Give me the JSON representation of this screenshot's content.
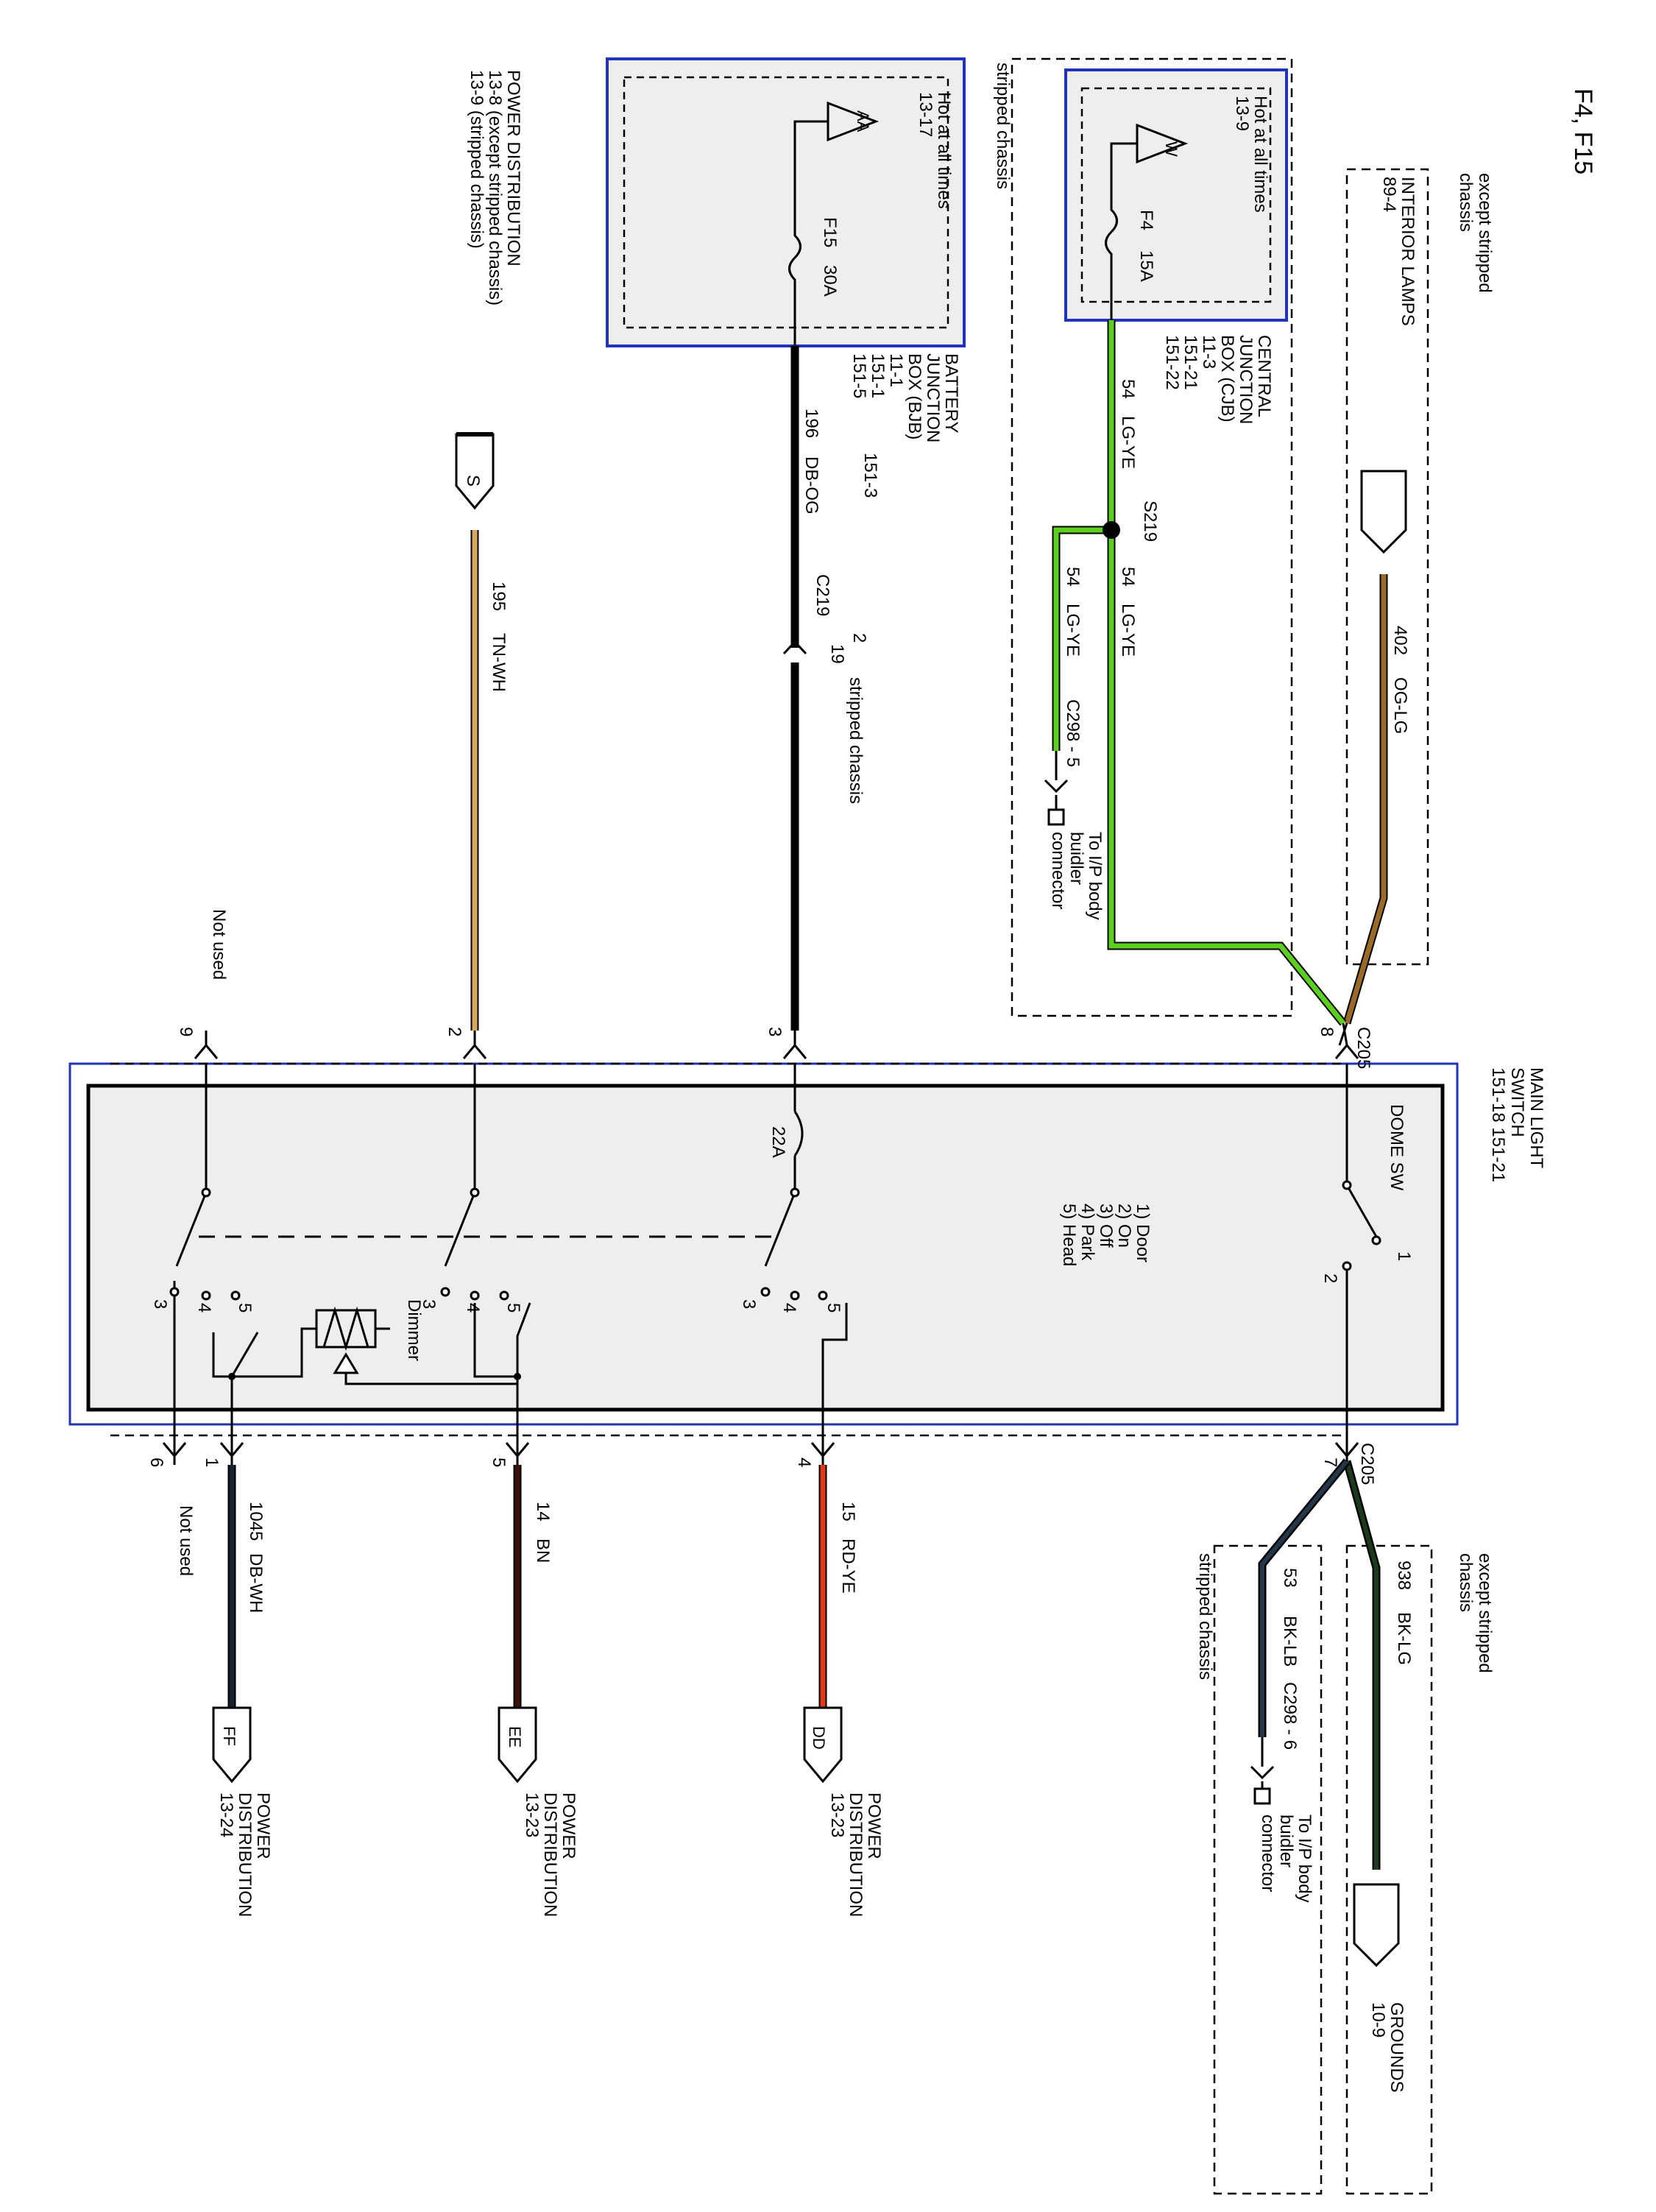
{
  "page_title": "F4, F15",
  "interior_lamps": {
    "condition": [
      "except stripped",
      "chassis"
    ],
    "name": "INTERIOR LAMPS",
    "ref": "89-4"
  },
  "stripped_chassis_note": "stripped chassis",
  "cjb": {
    "hot_note": "Hot at all times",
    "hot_ref": "13-9",
    "bus_letter": "W",
    "fuse": "F4",
    "rating": "15A",
    "name_lines": [
      "CENTRAL",
      "JUNCTION",
      "BOX (CJB)",
      "11-3",
      "151-21",
      "151-22"
    ]
  },
  "bjb": {
    "hot_note": "Hot at all times",
    "hot_ref": "13-17",
    "bus_letter": "AA",
    "fuse": "F15",
    "rating": "30A",
    "name_lines": [
      "BATTERY",
      "JUNCTION",
      "BOX (BJB)",
      "11-1",
      "151-1",
      "151-5"
    ],
    "ref_extra": "151-3"
  },
  "power_distribution_s": {
    "lines": [
      "POWER DISTRIBUTION",
      "13-8    (except stripped chassis)",
      "13-9    (stripped chassis)"
    ],
    "letter": "S"
  },
  "wires": {
    "w402": {
      "num": "402",
      "color": "OG-LG"
    },
    "w54a": {
      "num": "54",
      "color": "LG-YE"
    },
    "w54b": {
      "num": "54",
      "color": "LG-YE"
    },
    "w54c": {
      "num": "54",
      "color": "LG-YE"
    },
    "w196": {
      "num": "196",
      "color": "DB-OG"
    },
    "w195": {
      "num": "195",
      "color": "TN-WH"
    },
    "w938": {
      "num": "938",
      "color": "BK-LG"
    },
    "w53": {
      "num": "53",
      "color": "BK-LB"
    },
    "w15": {
      "num": "15",
      "color": "RD-YE"
    },
    "w14": {
      "num": "14",
      "color": "BN"
    },
    "w1045": {
      "num": "1045",
      "color": "DB-WH"
    }
  },
  "splice": "S219",
  "c219": {
    "name": "C219",
    "pin_top": "2",
    "pin_bot": "19",
    "note": "stripped chassis"
  },
  "c298_top": "C298 - 5",
  "c298_bot": "C298 - 6",
  "ip_body": [
    "To I/P body",
    "buidler",
    "connector"
  ],
  "c205_top": "C205",
  "c205_bot": "C205",
  "pins_top": [
    "8",
    "3",
    "2",
    "9"
  ],
  "pins_bottom": [
    "7",
    "4",
    "5",
    "1",
    "6"
  ],
  "not_used": "Not used",
  "switch": {
    "name_lines": [
      "MAIN LIGHT",
      "SWITCH",
      "151-18   151-21"
    ],
    "dome": "DOME SW",
    "dome_pins": [
      "1",
      "2"
    ],
    "positions": [
      "1) Door",
      "2) On",
      "3) Off",
      "4) Park",
      "5) Head"
    ],
    "breaker": "22A",
    "dimmer": "Dimmer",
    "contacts": [
      "3",
      "4",
      "5"
    ]
  },
  "grounds": {
    "condition": [
      "except stripped",
      "chassis"
    ],
    "name": "GROUNDS",
    "ref": "10-9"
  },
  "stripped_chassis_bottom": "stripped chassis",
  "pd_dd": {
    "letter": "DD",
    "lines": [
      "POWER",
      "DISTRIBUTION",
      "13-23"
    ]
  },
  "pd_ee": {
    "letter": "EE",
    "lines": [
      "POWER",
      "DISTRIBUTION",
      "13-23"
    ]
  },
  "pd_ff": {
    "letter": "FF",
    "lines": [
      "POWER",
      "DISTRIBUTION",
      "13-24"
    ]
  },
  "colors": {
    "LG-YE": "#5ccf1e",
    "OG-LG": "#9a6a28",
    "TN-WH": "#d7a95c",
    "DB-OG": "#111111",
    "BK-LG": "#1c3a1c",
    "BK-LB": "#23364a",
    "RD-YE": "#e23818",
    "BN": "#3d1008",
    "DB-WH": "#14232f",
    "box_blue": "#2233bb",
    "fill_gray": "#eeeeee"
  }
}
